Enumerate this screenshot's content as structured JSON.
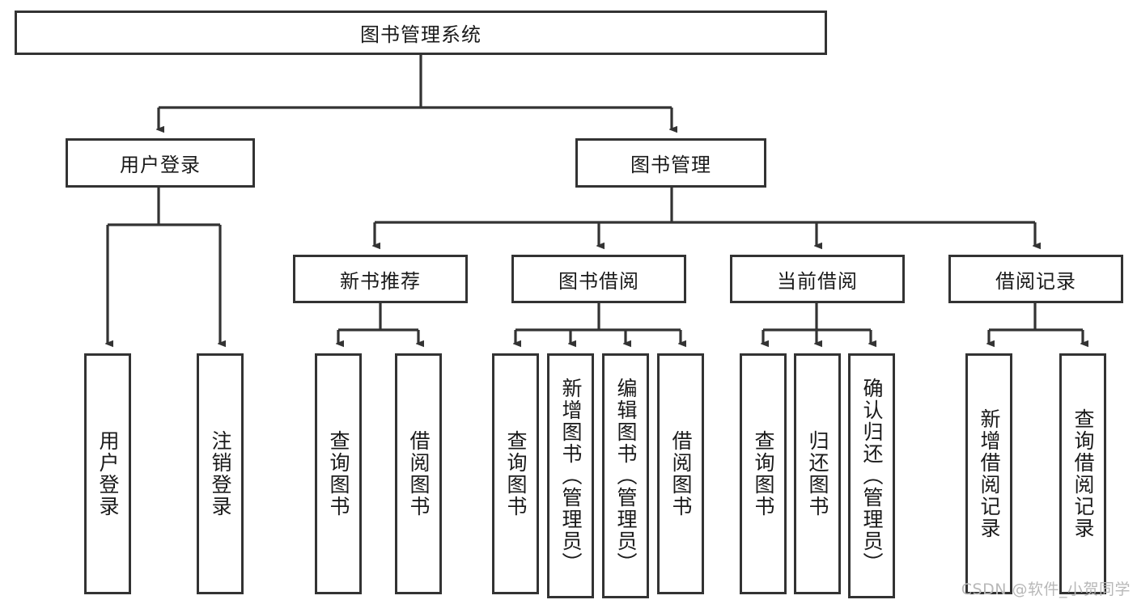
{
  "diagram": {
    "title": "图书管理系统",
    "type": "hierarchy-tree",
    "watermark": "CSDN @软件_小贺同学",
    "colors": {
      "stroke": "#333333",
      "fill": "#ffffff",
      "text": "#1a1a1a",
      "watermark": "#b8b8b8"
    },
    "nodes": {
      "root": {
        "label": "图书管理系统"
      },
      "level2": [
        {
          "id": "user-login",
          "label": "用户登录"
        },
        {
          "id": "book-management",
          "label": "图书管理"
        }
      ],
      "level3": [
        {
          "id": "new-book-recommend",
          "label": "新书推荐"
        },
        {
          "id": "book-borrow",
          "label": "图书借阅"
        },
        {
          "id": "current-borrow",
          "label": "当前借阅"
        },
        {
          "id": "borrow-record",
          "label": "借阅记录"
        }
      ],
      "leaves": [
        {
          "id": "leaf-user-login",
          "label": "用户登录",
          "parent": "user-login"
        },
        {
          "id": "leaf-logout-login",
          "label": "注销登录",
          "parent": "user-login"
        },
        {
          "id": "leaf-query-book-1",
          "label": "查询图书",
          "parent": "new-book-recommend"
        },
        {
          "id": "leaf-borrow-book-1",
          "label": "借阅图书",
          "parent": "new-book-recommend"
        },
        {
          "id": "leaf-query-book-2",
          "label": "查询图书",
          "parent": "book-borrow"
        },
        {
          "id": "leaf-add-book",
          "label": "新增图书（管理员）",
          "parent": "book-borrow"
        },
        {
          "id": "leaf-edit-book",
          "label": "编辑图书（管理员）",
          "parent": "book-borrow"
        },
        {
          "id": "leaf-borrow-book-2",
          "label": "借阅图书",
          "parent": "book-borrow"
        },
        {
          "id": "leaf-query-book-3",
          "label": "查询图书",
          "parent": "current-borrow"
        },
        {
          "id": "leaf-return-book",
          "label": "归还图书",
          "parent": "current-borrow"
        },
        {
          "id": "leaf-confirm-return",
          "label": "确认归还（管理员）",
          "parent": "current-borrow"
        },
        {
          "id": "leaf-add-record",
          "label": "新增借阅记录",
          "parent": "borrow-record"
        },
        {
          "id": "leaf-query-record",
          "label": "查询借阅记录",
          "parent": "borrow-record"
        }
      ]
    }
  }
}
